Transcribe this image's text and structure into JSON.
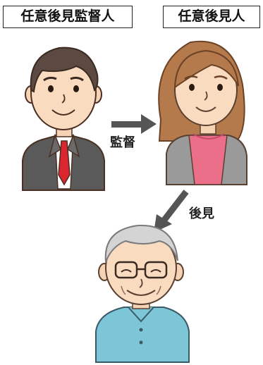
{
  "roles": {
    "supervisor": "任意後見監督人",
    "guardian": "任意後見人"
  },
  "relations": {
    "supervise": "監督",
    "guard": "後見"
  }
}
